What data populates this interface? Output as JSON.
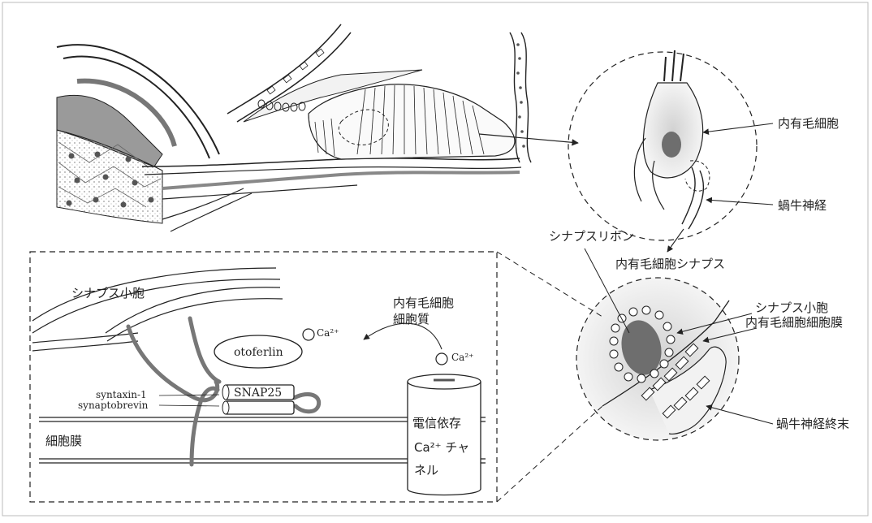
{
  "labels": {
    "inner_hair_cell": "内有毛細胞",
    "cochlear_nerve": "蝸牛神経",
    "synaptic_ribbon": "シナプスリボン",
    "ihc_synapse": "内有毛細胞シナプス",
    "synaptic_vesicle_right": "シナプス小胞",
    "ihc_membrane": "内有毛細胞細胞膜",
    "cochlear_nerve_terminal": "蝸牛神経終末",
    "synaptic_vesicle_left": "シナプス小胞",
    "ihc_cytoplasm_line1": "内有毛細胞",
    "ihc_cytoplasm_line2": "細胞質",
    "cell_membrane": "細胞膜",
    "otoferlin": "otoferlin",
    "ca_ion_top": "Ca²⁺",
    "ca_ion_channel": "Ca²⁺",
    "snap25": "SNAP25",
    "syntaxin": "syntaxin-1",
    "synaptobrevin": "synaptobrevin",
    "channel_line1": "電信依存",
    "channel_line2": "Ca²⁺ チャ",
    "channel_line3": "ネル"
  },
  "colors": {
    "ink": "#222222",
    "shade": "#8a8a8a",
    "nucleus": "#6e6e6e",
    "stipple": "#c9c9c9"
  }
}
